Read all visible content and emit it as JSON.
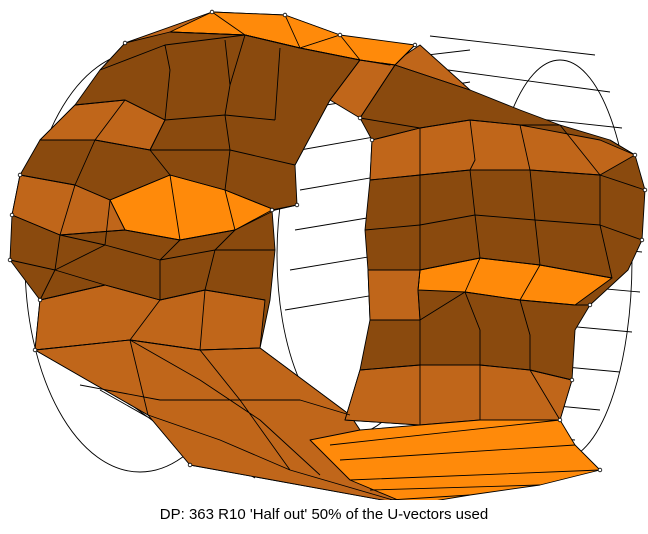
{
  "caption": "DP: 363 R10 'Half out' 50% of the U-vectors used",
  "colors": {
    "dark_face": "#8a4a0e",
    "mid_face": "#c0661a",
    "bright_face": "#ff8a0a",
    "edge": "#000000",
    "wireframe": "#000000",
    "background": "#ffffff"
  },
  "icons": [
    "deformed-cylinder-mesh",
    "reference-wireframe-cylinder"
  ]
}
